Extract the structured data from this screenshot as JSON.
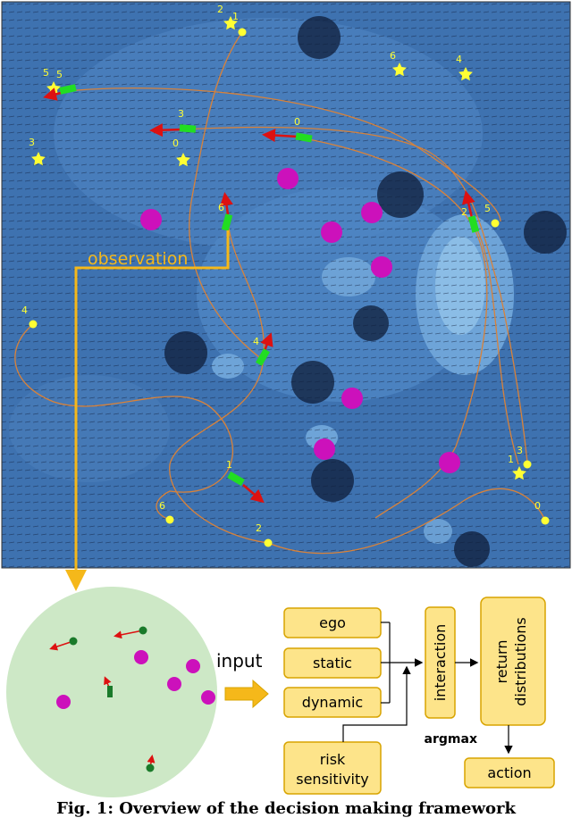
{
  "map": {
    "goal_labels": [
      "0",
      "1",
      "2",
      "3",
      "4",
      "5",
      "6"
    ],
    "robot_labels": [
      "0",
      "1",
      "2",
      "3",
      "4",
      "5",
      "6"
    ],
    "colors": {
      "ocean": "#4a7fbd",
      "current": "#0f1d3a",
      "goal_star": "#ffff33",
      "robot": "#22dd22",
      "velocity": "#dd1111",
      "obstacle": "#cc11bb",
      "trajectory": "#d8823a",
      "observation_line": "#f5b81a"
    }
  },
  "observation_label": "observation",
  "input_label": "input",
  "network": {
    "ego": "ego",
    "static": "static",
    "dynamic": "dynamic",
    "risk_line1": "risk",
    "risk_line2": "sensitivity",
    "interaction": "interaction",
    "return_line1": "return",
    "return_line2": "distributions",
    "argmax": "argmax",
    "action": "action"
  },
  "caption": "Fig. 1: Overview of the decision making framework"
}
